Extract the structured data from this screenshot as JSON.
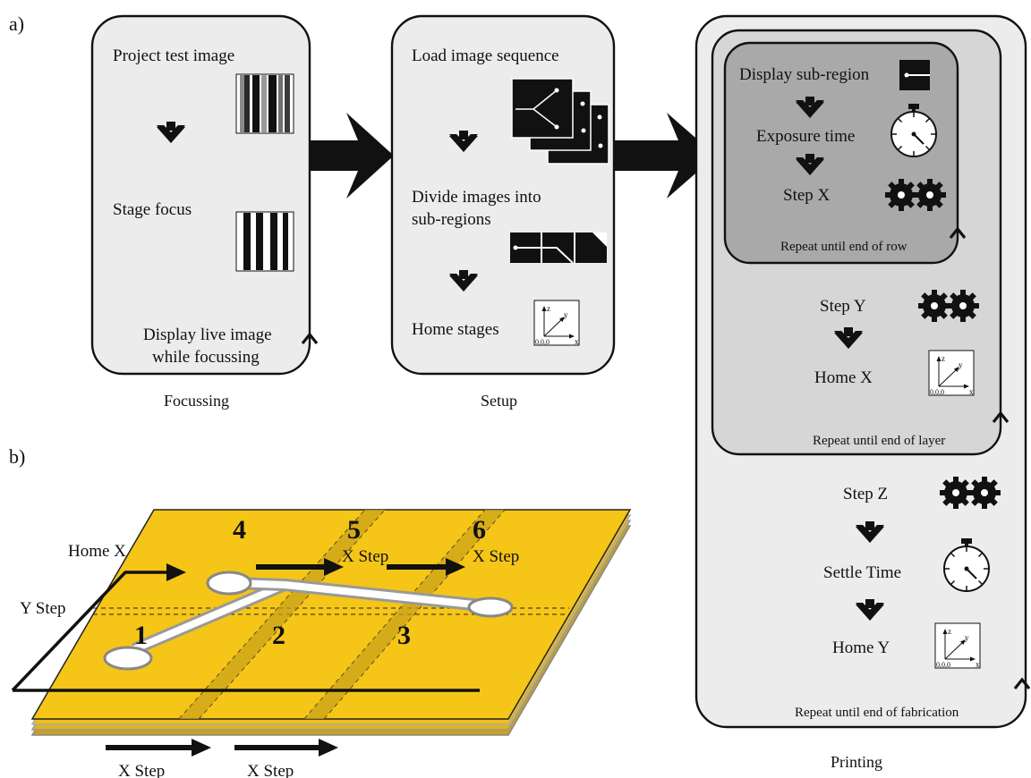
{
  "panel_a_label": "a)",
  "panel_b_label": "b)",
  "focussing": {
    "step1": "Project test image",
    "step2": "Stage focus",
    "loop_line1": "Display live image",
    "loop_line2": "while focussing",
    "caption": "Focussing"
  },
  "setup": {
    "step1": "Load image sequence",
    "step2_line1": "Divide images into",
    "step2_line2": "sub-regions",
    "step3": "Home stages",
    "caption": "Setup"
  },
  "printing": {
    "row_loop": {
      "step1": "Display sub-region",
      "step2": "Exposure time",
      "step3": "Step X",
      "repeat": "Repeat until end of row"
    },
    "layer_loop": {
      "step1": "Step Y",
      "step2": "Home X",
      "repeat": "Repeat until end of layer"
    },
    "fab_loop": {
      "step1": "Step Z",
      "step2": "Settle Time",
      "step3": "Home Y",
      "repeat": "Repeat until end of fabrication"
    },
    "caption": "Printing"
  },
  "axis_icon": {
    "z": "z",
    "y": "y",
    "x": "x",
    "origin": "0,0,0"
  },
  "panel_b": {
    "home_x": "Home X",
    "y_step": "Y Step",
    "x_step": "X Step",
    "regions": [
      "1",
      "2",
      "3",
      "4",
      "5",
      "6"
    ]
  },
  "colors": {
    "stage_fill": "#f5c518",
    "stage_edge": "#222222"
  }
}
